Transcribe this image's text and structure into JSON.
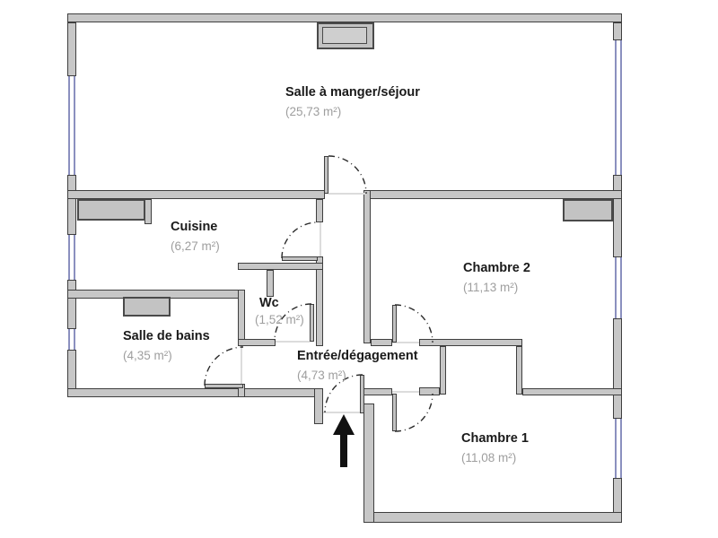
{
  "rooms": [
    {
      "name": "Salle à manger/séjour",
      "area": "(25,73 m²)"
    },
    {
      "name": "Cuisine",
      "area": "(6,27 m²)"
    },
    {
      "name": "Chambre 2",
      "area": "(11,13 m²)"
    },
    {
      "name": "Wc",
      "area": "(1,52 m²)"
    },
    {
      "name": "Salle de bains",
      "area": "(4,35 m²)"
    },
    {
      "name": "Entrée/dégagement",
      "area": "(4,73 m²)"
    },
    {
      "name": "Chambre 1",
      "area": "(11,08 m²)"
    }
  ],
  "icons": {
    "entrance_arrow": "up-arrow"
  },
  "colors": {
    "wall_fill": "#c7c7c7",
    "wall_outline": "#3f3f3f",
    "window_line": "#8b90bf",
    "room_label": "#1a1a1a",
    "area_label": "#9e9e9e",
    "door_arc": "#2a2a2a",
    "arrow": "#111111",
    "background": "#ffffff"
  }
}
